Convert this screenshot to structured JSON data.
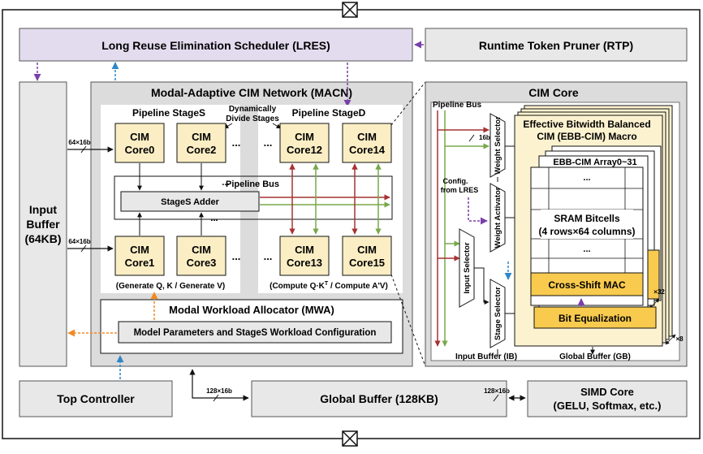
{
  "blocks": {
    "lres": "Long Reuse Elimination Scheduler (LRES)",
    "rtp": "Runtime Token Pruner (RTP)",
    "input_buffer": [
      "Input",
      "Buffer",
      "(64KB)"
    ],
    "macn_title": "Modal-Adaptive CIM Network (MACN)",
    "pipeline_stage_s": "Pipeline StageS",
    "pipeline_stage_d": "Pipeline StageD",
    "divide_stages": [
      "Dynamically",
      "Divide Stages"
    ],
    "pipeline_bus": "Pipeline Bus",
    "stages_adder": "StageS Adder",
    "cores": [
      {
        "l1": "CIM",
        "l2": "Core0"
      },
      {
        "l1": "CIM",
        "l2": "Core2"
      },
      {
        "l1": "CIM",
        "l2": "Core12"
      },
      {
        "l1": "CIM",
        "l2": "Core14"
      },
      {
        "l1": "CIM",
        "l2": "Core1"
      },
      {
        "l1": "CIM",
        "l2": "Core3"
      },
      {
        "l1": "CIM",
        "l2": "Core13"
      },
      {
        "l1": "CIM",
        "l2": "Core15"
      }
    ],
    "ellipsis": "...",
    "generate_note": "(Generate Q, K / Generate V)",
    "compute_note_pre": "(Compute Q·K",
    "compute_note_sup": "T",
    "compute_note_post": " / Compute A'V)",
    "mwa_title": "Modal Workload Allocator (MWA)",
    "mwa_config": "Model Parameters and StageS Workload Configuration",
    "top_controller": "Top Controller",
    "global_buffer": "Global Buffer (128KB)",
    "simd_l1": "SIMD Core",
    "simd_l2": "(GELU, Softmax, etc.)",
    "bus_width": "64×16b",
    "bus_width_gb": "128×16b"
  },
  "cim_core": {
    "title": "CIM Core",
    "pipeline_bus": "Pipeline Bus",
    "width_16b": "16b",
    "weight_selector": "Weight Selector",
    "weight_activator": "Weight Activator",
    "input_selector": "Input Selector",
    "stage_selector": "Stage Selector",
    "config_l1": "Config.",
    "config_l2": "from LRES",
    "ebb_macro_l1": "Effective Bitwidth Balanced",
    "ebb_macro_l2": "CIM (EBB-CIM) Macro",
    "ebb_array": "EBB-CIM Array0~31",
    "sram_l1": "SRAM Bitcells",
    "sram_l2": "(4 rows×64 columns)",
    "cross_shift_mac": "Cross-Shift MAC",
    "bit_equalization": "Bit Equalization",
    "x32": "×32",
    "x8": "×8",
    "input_buffer_ib": "Input Buffer (IB)",
    "global_buffer_gb": "Global Buffer (GB)"
  },
  "colors": {
    "lres_fill": "#e3dcef",
    "gray_fill": "#e8e8e8",
    "macn_fill": "#dcdcdc",
    "core_fill": "#fbeec4",
    "macro_fill": "#fdf2d0",
    "mac_fill": "#f8ca4e",
    "red_line": "#a63232",
    "green_line": "#78a84a",
    "purple_arrow": "#7a3fa8",
    "blue_arrow": "#2f86c8",
    "orange_arrow": "#f08a24"
  }
}
